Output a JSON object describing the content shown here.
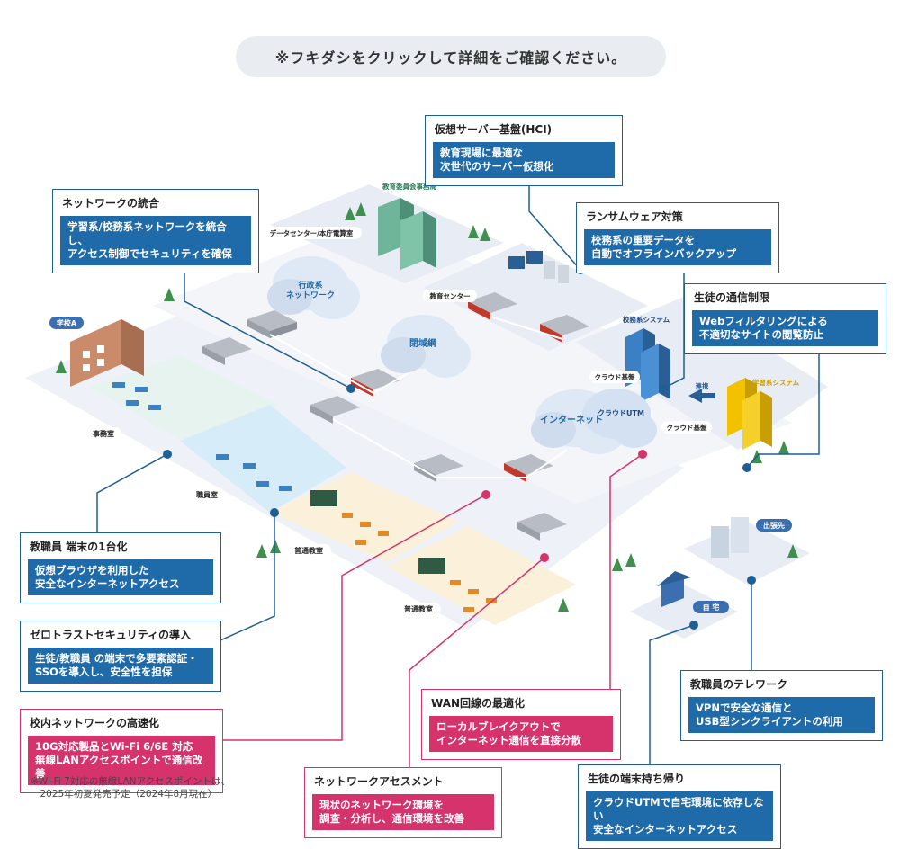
{
  "notice": "※フキダシをクリックして詳細をご確認ください。",
  "callouts": {
    "hci": {
      "title": "仮想サーバー基盤(HCI)",
      "body": "教育現場に最適な\n次世代のサーバー仮想化"
    },
    "network_integration": {
      "title": "ネットワークの統合",
      "body": "学習系/校務系ネットワークを統合し、\nアクセス制御でセキュリティを確保"
    },
    "ransomware": {
      "title": "ランサムウェア対策",
      "body": "校務系の重要データを\n自動でオフラインバックアップ"
    },
    "student_limit": {
      "title": "生徒の通信制限",
      "body": "Webフィルタリングによる\n不適切なサイトの閲覧防止"
    },
    "one_terminal": {
      "title": "教職員 端末の1台化",
      "body": "仮想ブラウザを利用した\n安全なインターネットアクセス"
    },
    "zero_trust": {
      "title": "ゼロトラストセキュリティの導入",
      "body": "生徒/教職員 の端末で多要素認証・\nSSOを導入し、安全性を担保"
    },
    "campus_speed": {
      "title": "校内ネットワークの高速化",
      "body": "10G対応製品とWi-Fi 6/6E 対応\n無線LANアクセスポイントで通信改善"
    },
    "wan": {
      "title": "WAN回線の最適化",
      "body": "ローカルブレイクアウトで\nインターネット通信を直接分散"
    },
    "assessment": {
      "title": "ネットワークアセスメント",
      "body": "現状のネットワーク環境を\n調査・分析し、通信環境を改善"
    },
    "telework": {
      "title": "教職員のテレワーク",
      "body": "VPNで安全な通信と\nUSB型シンクライアントの利用"
    },
    "take_home": {
      "title": "生徒の端末持ち帰り",
      "body": "クラウドUTMで自宅環境に依存しない\n安全なインターネットアクセス"
    }
  },
  "footnote": "※Wi-Fi 7対応の無線LANアクセスポイントは、\n　2025年初夏発売予定（2024年8月現在）",
  "labels": {
    "school_a": "学校A",
    "office": "事務室",
    "staff_room": "職員室",
    "classroom1": "普通教室",
    "classroom2": "普通教室",
    "datacenter": "データセンター/本庁電算室",
    "board_office": "教育委員会事務局",
    "edu_center": "教育センター",
    "admin_network": "行政系\nネットワーク",
    "closed_network": "閉域網",
    "internet": "インターネット",
    "cloud_utm": "クラウドUTM",
    "school_affairs": "校務系システム",
    "learning": "学習系システム",
    "cloud_base1": "クラウド基盤",
    "cloud_base2": "クラウド基盤",
    "link": "連携",
    "business_trip": "出張先",
    "home": "自 宅"
  },
  "colors": {
    "blue": "#1f6aa8",
    "pink": "#d6336c",
    "floor": "#eef1f7",
    "server_green": "#6fb59a",
    "server_blue": "#3b7fc4",
    "server_yellow": "#f2c200"
  }
}
